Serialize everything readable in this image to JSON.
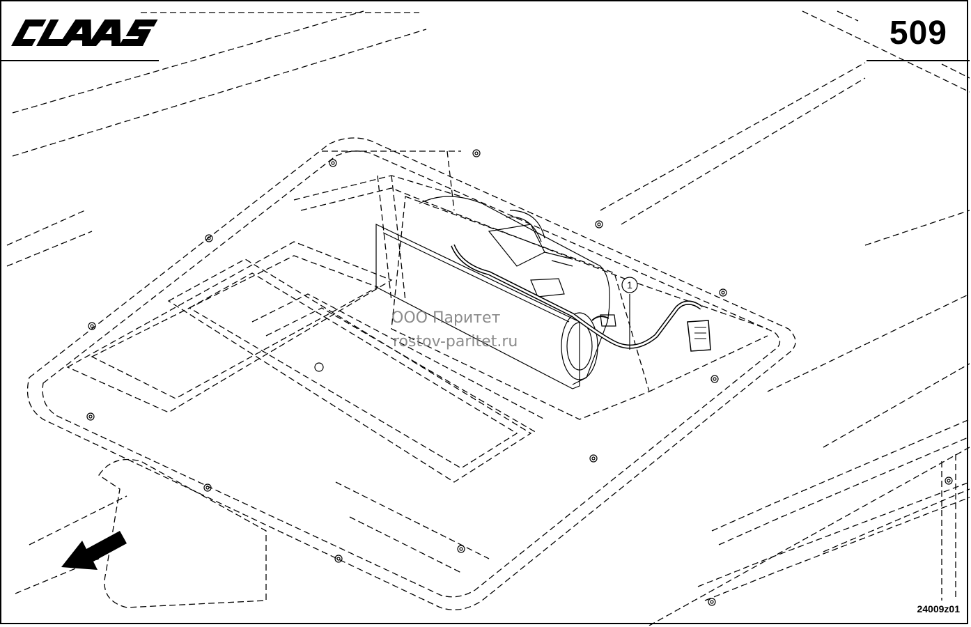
{
  "header": {
    "brand": "CLAAS",
    "page_number": "509"
  },
  "watermark": {
    "line1": "ООО Паритет",
    "line2": "rostov-paritet.ru"
  },
  "callouts": [
    {
      "label": "1"
    }
  ],
  "footer": {
    "drawing_code": "24009z01"
  },
  "colors": {
    "ink": "#000000",
    "watermark": "#777777",
    "background": "#ffffff"
  },
  "icons": {
    "direction": "arrow-icon"
  }
}
